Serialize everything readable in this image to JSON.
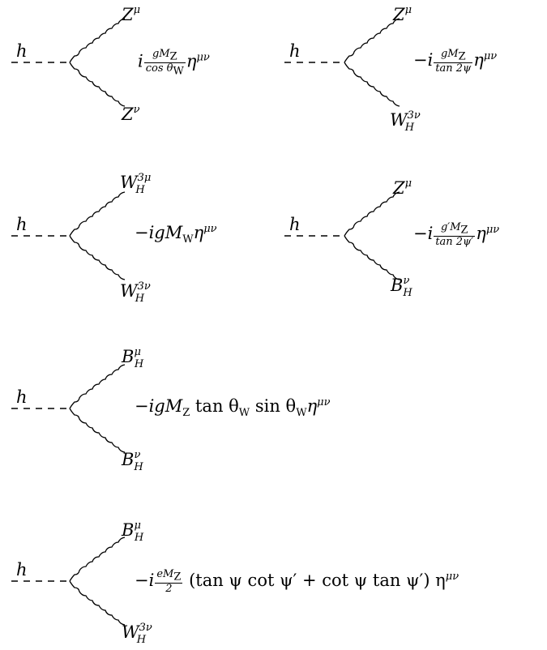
{
  "vertices": [
    {
      "scalar": "h",
      "top_boson": {
        "base": "Z",
        "sup": "μ",
        "sub": ""
      },
      "bottom_boson": {
        "base": "Z",
        "sup": "ν",
        "sub": ""
      },
      "rule": {
        "prefix": "i",
        "num": "gM",
        "num_sub": "Z",
        "den": "cos θ",
        "den_sub": "W",
        "suffix": "η",
        "suffix_sup": "μν"
      }
    },
    {
      "scalar": "h",
      "top_boson": {
        "base": "Z",
        "sup": "μ",
        "sub": ""
      },
      "bottom_boson": {
        "base": "W",
        "sup": "3ν",
        "sub": "H"
      },
      "rule": {
        "prefix": "−i",
        "num": "gM",
        "num_sub": "Z",
        "den": "tan 2ψ",
        "den_sub": "",
        "suffix": "η",
        "suffix_sup": "μν"
      }
    },
    {
      "scalar": "h",
      "top_boson": {
        "base": "W",
        "sup": "3μ",
        "sub": "H"
      },
      "bottom_boson": {
        "base": "W",
        "sup": "3ν",
        "sub": "H"
      },
      "rule_text": "−igM",
      "rule_text_sub": "W",
      "rule_text_tail": "η",
      "rule_text_sup": "μν"
    },
    {
      "scalar": "h",
      "top_boson": {
        "base": "Z",
        "sup": "μ",
        "sub": ""
      },
      "bottom_boson": {
        "base": "B",
        "sup": "ν",
        "sub": "H"
      },
      "rule": {
        "prefix": "−i",
        "num": "g′M",
        "num_sub": "Z",
        "den": "tan 2ψ′",
        "den_sub": "",
        "suffix": "η",
        "suffix_sup": "μν"
      }
    },
    {
      "scalar": "h",
      "top_boson": {
        "base": "B",
        "sup": "μ",
        "sub": "H"
      },
      "bottom_boson": {
        "base": "B",
        "sup": "ν",
        "sub": "H"
      },
      "rule_long": "−igM",
      "rule_long_sub1": "Z",
      "rule_long_mid": " tan θ",
      "rule_long_sub2": "W",
      "rule_long_mid2": " sin θ",
      "rule_long_sub3": "W",
      "rule_long_tail": "η",
      "rule_long_sup": "μν"
    },
    {
      "scalar": "h",
      "top_boson": {
        "base": "B",
        "sup": "μ",
        "sub": "H"
      },
      "bottom_boson": {
        "base": "W",
        "sup": "3ν",
        "sub": "H"
      },
      "rule": {
        "prefix": "−i",
        "num": "eM",
        "num_sub": "Z",
        "den": "2",
        "den_sub": "",
        "suffix": "(tan ψ cot ψ′ + cot ψ tan ψ′) η",
        "suffix_sup": "μν"
      }
    }
  ]
}
